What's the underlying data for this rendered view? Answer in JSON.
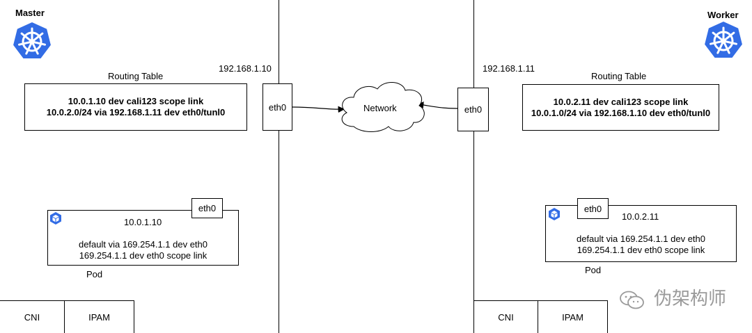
{
  "master": {
    "title": "Master",
    "ip": "192.168.1.10",
    "iface": "eth0",
    "routing_table_label": "Routing Table",
    "routes": [
      "10.0.1.10 dev cali123 scope link",
      "10.0.2.0/24 via 192.168.1.11 dev eth0/tunl0"
    ],
    "pod": {
      "iface": "eth0",
      "ip": "10.0.1.10",
      "routes": [
        "default via 169.254.1.1 dev eth0",
        "169.254.1.1 dev eth0 scope link"
      ],
      "label": "Pod"
    },
    "cni": "CNI",
    "ipam": "IPAM"
  },
  "worker": {
    "title": "Worker",
    "ip": "192.168.1.11",
    "iface": "eth0",
    "routing_table_label": "Routing Table",
    "routes": [
      "10.0.2.11 dev cali123 scope link",
      "10.0.1.0/24 via 192.168.1.10 dev eth0/tunl0"
    ],
    "pod": {
      "iface": "eth0",
      "ip": "10.0.2.11",
      "routes": [
        "default via 169.254.1.1 dev eth0",
        "169.254.1.1 dev eth0 scope link"
      ],
      "label": "Pod"
    },
    "cni": "CNI",
    "ipam": "IPAM"
  },
  "network": {
    "label": "Network"
  },
  "watermark": {
    "text": "伪架构师"
  },
  "colors": {
    "k8s_blue": "#326ce5",
    "stroke": "#000000",
    "watermark": "#9a9a9a"
  },
  "icons": {
    "k8s_logo": "kubernetes-helm-wheel-icon",
    "pod": "pod-cube-icon",
    "wechat": "wechat-icon"
  }
}
